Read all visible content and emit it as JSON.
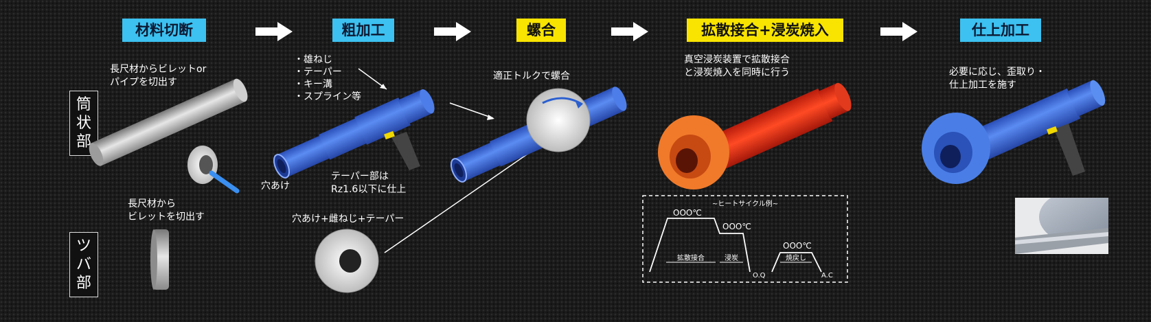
{
  "steps": [
    {
      "label": "材料切断",
      "color": "#3cc1f0"
    },
    {
      "label": "粗加工",
      "color": "#3cc1f0"
    },
    {
      "label": "螺合",
      "color": "#f8e400"
    },
    {
      "label": "拡散接合+浸炭焼入",
      "color": "#f8e400"
    },
    {
      "label": "仕上加工",
      "color": "#3cc1f0"
    }
  ],
  "side_labels": {
    "tube": [
      "筒",
      "状",
      "部"
    ],
    "flange": [
      "ツ",
      "バ",
      "部"
    ]
  },
  "notes": {
    "cut_tube": [
      "長尺材からビレットor",
      "パイプを切出す"
    ],
    "cut_flange": [
      "長尺材から",
      "ビレットを切出す"
    ],
    "rough_list": [
      "・雄ねじ",
      "・テーパー",
      "・キー溝",
      "・スプライン等"
    ],
    "hole": "穴あけ",
    "taper": [
      "テーパー部は",
      "Rz1.6以下に仕上"
    ],
    "flange_work": "穴あけ+雌ねじ+テーパー",
    "screw": "適正トルクで螺合",
    "vacuum": [
      "真空浸炭装置で拡散接合",
      "と浸炭焼入を同時に行う"
    ],
    "finish": [
      "必要に応じ、歪取り・",
      "仕上加工を施す"
    ]
  },
  "heat_cycle": {
    "title": "~ヒートサイクル例~",
    "temp1": "OOO℃",
    "temp2": "OOO℃",
    "temp3": "OOO℃",
    "phase1": "拡散接合",
    "phase2": "浸炭",
    "phase3": "焼戻し",
    "quench": "O.Q",
    "cool": "A.C"
  },
  "colors": {
    "blue_part": "#3a6fe0",
    "red_part": "#e8321a",
    "orange_flange": "#f07a2a",
    "finish_part": "#4a80e8"
  }
}
